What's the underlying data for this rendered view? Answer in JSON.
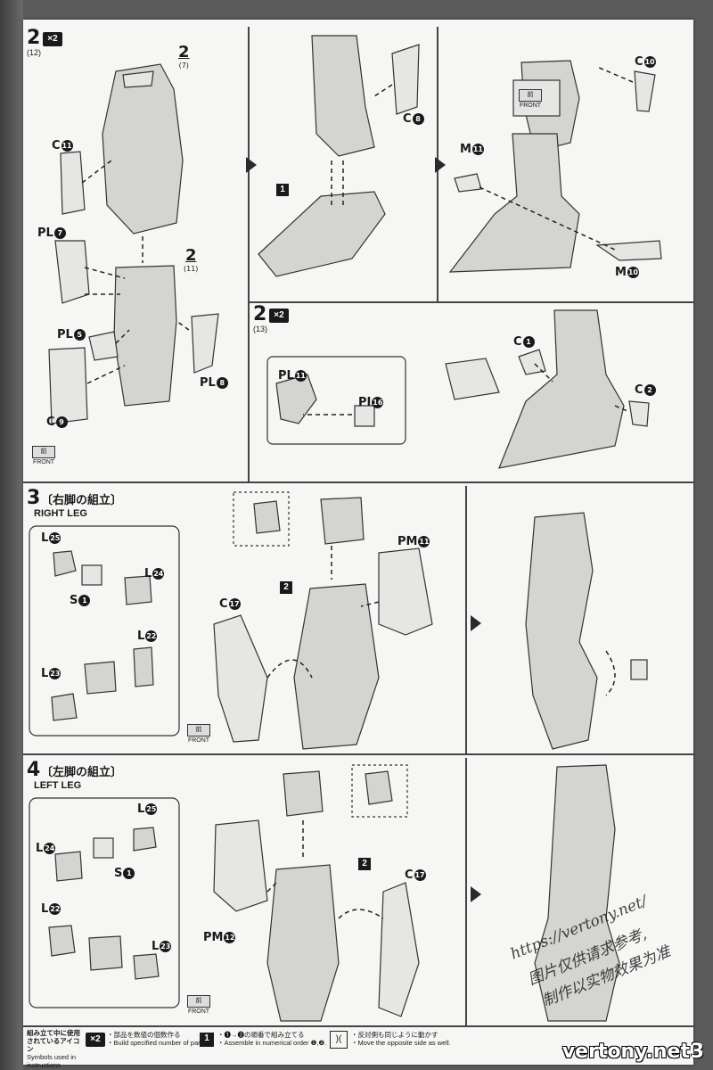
{
  "steps": {
    "s2a": {
      "num": "2",
      "qty": "×2",
      "sub": "(12)"
    },
    "s2b": {
      "num": "2",
      "qty": "×2",
      "sub": "(13)"
    },
    "s3": {
      "num": "3",
      "title_jp": "〔右脚の組立〕",
      "title_en": "RIGHT LEG"
    },
    "s4": {
      "num": "4",
      "title_jp": "〔左脚の組立〕",
      "title_en": "LEFT LEG"
    }
  },
  "refs": {
    "r2_7": {
      "num": "2",
      "sub": "(7)"
    },
    "r2_11": {
      "num": "2",
      "sub": "(11)"
    }
  },
  "labels": {
    "c11": {
      "letter": "C",
      "n": "11"
    },
    "pl7": {
      "letter": "PL",
      "n": "7"
    },
    "pl5": {
      "letter": "PL",
      "n": "5"
    },
    "pl8": {
      "letter": "PL",
      "n": "8"
    },
    "c9": {
      "letter": "C",
      "n": "9"
    },
    "c8": {
      "letter": "C",
      "n": "8"
    },
    "c10": {
      "letter": "C",
      "n": "10"
    },
    "m11": {
      "letter": "M",
      "n": "11"
    },
    "m10": {
      "letter": "M",
      "n": "10"
    },
    "pl11": {
      "letter": "PL",
      "n": "11"
    },
    "pi16": {
      "letter": "PI",
      "n": "16"
    },
    "c1": {
      "letter": "C",
      "n": "1"
    },
    "c2": {
      "letter": "C",
      "n": "2"
    },
    "l25a": {
      "letter": "L",
      "n": "25"
    },
    "l24a": {
      "letter": "L",
      "n": "24"
    },
    "s1a": {
      "letter": "S",
      "n": "1"
    },
    "l22a": {
      "letter": "L",
      "n": "22"
    },
    "l23a": {
      "letter": "L",
      "n": "23"
    },
    "c17a": {
      "letter": "C",
      "n": "17"
    },
    "pm11": {
      "letter": "PM",
      "n": "11"
    },
    "l25b": {
      "letter": "L",
      "n": "25"
    },
    "l24b": {
      "letter": "L",
      "n": "24"
    },
    "s1b": {
      "letter": "S",
      "n": "1"
    },
    "l22b": {
      "letter": "L",
      "n": "22"
    },
    "l23b": {
      "letter": "L",
      "n": "23"
    },
    "pm12": {
      "letter": "PM",
      "n": "12"
    },
    "c17b": {
      "letter": "C",
      "n": "17"
    }
  },
  "ref_blocks": {
    "b1": "1",
    "b2a": "2",
    "b2b": "2"
  },
  "front": {
    "jp": "前",
    "en": "FRONT"
  },
  "legend": {
    "heading_jp": "組み立て中に使用されているアイコン",
    "heading_en": "Symbols used in instructions",
    "qty_icon": "×2",
    "qty_jp": "・部品を数値の個数作る",
    "qty_en": "・Build specified number of parts.",
    "order_jp": "・❶→❷の順番で組み立てる",
    "order_en": "・Assemble in numerical order ❶,❷.",
    "opp_jp": "・反対側も同じように動かす",
    "opp_en": "・Move the opposite side as well."
  },
  "watermark": {
    "line1": "https://vertony.net/",
    "line2": "图片仅供请求参考,",
    "line3": "制作以实物效果为准",
    "site": "vertony.net"
  },
  "page_number": "3"
}
